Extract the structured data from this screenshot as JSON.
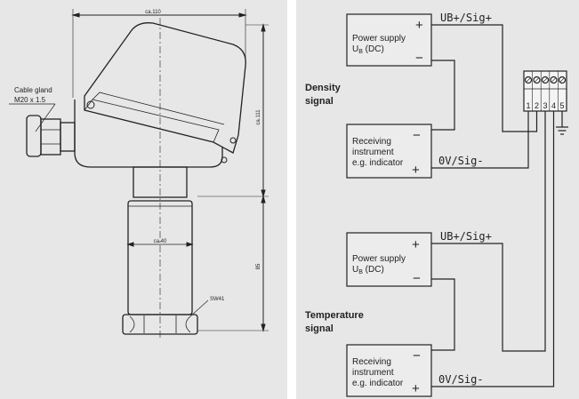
{
  "drawing": {
    "dim_width": "ca.110",
    "dim_height": "ca.111",
    "dim_stem": "ca.40",
    "dim_lower": "85",
    "cable_gland_title": "Cable gland",
    "cable_gland_size": "M20 x 1.5",
    "wrench_size": "SW41"
  },
  "wiring": {
    "density_label_line1": "Density",
    "density_label_line2": "signal",
    "temperature_label_line1": "Temperature",
    "temperature_label_line2": "signal",
    "power_supply_line1": "Power supply",
    "power_supply_line2": "U",
    "power_supply_sub": "B",
    "power_supply_suffix": " (DC)",
    "receiver_line1": "Receiving",
    "receiver_line2": "instrument",
    "receiver_line3": "e.g. indicator",
    "plus": "+",
    "minus": "−",
    "ub_label": "UB+/Sig+",
    "ov_label": "0V/Sig-",
    "terminals": [
      "1",
      "2",
      "3",
      "4",
      "5"
    ]
  }
}
